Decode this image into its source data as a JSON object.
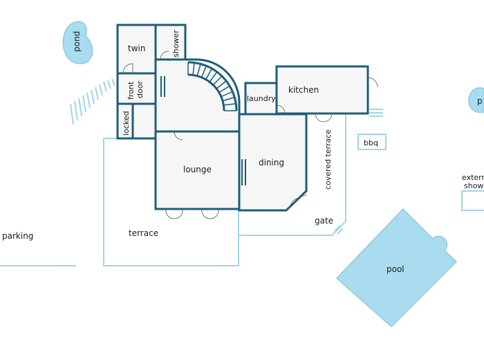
{
  "labels": {
    "pond_left": "pond",
    "pond_right": "p",
    "twin": "twin",
    "shower": "shower",
    "front_door_1": "front",
    "front_door_2": "door",
    "locked": "locked",
    "laundry": "laundry",
    "kitchen": "kitchen",
    "lounge": "lounge",
    "dining": "dining",
    "covered_terrace": "covered terrace",
    "bbq": "bbq",
    "external_shower_1": "extern",
    "external_shower_2": "show",
    "parking": "parking",
    "terrace": "terrace",
    "gate": "gate",
    "pool": "pool"
  },
  "colors": {
    "wall": "#1d5d7a",
    "outline": "#9fd6e6",
    "water": "#a9dcee",
    "floor": "#f6f6f6"
  }
}
